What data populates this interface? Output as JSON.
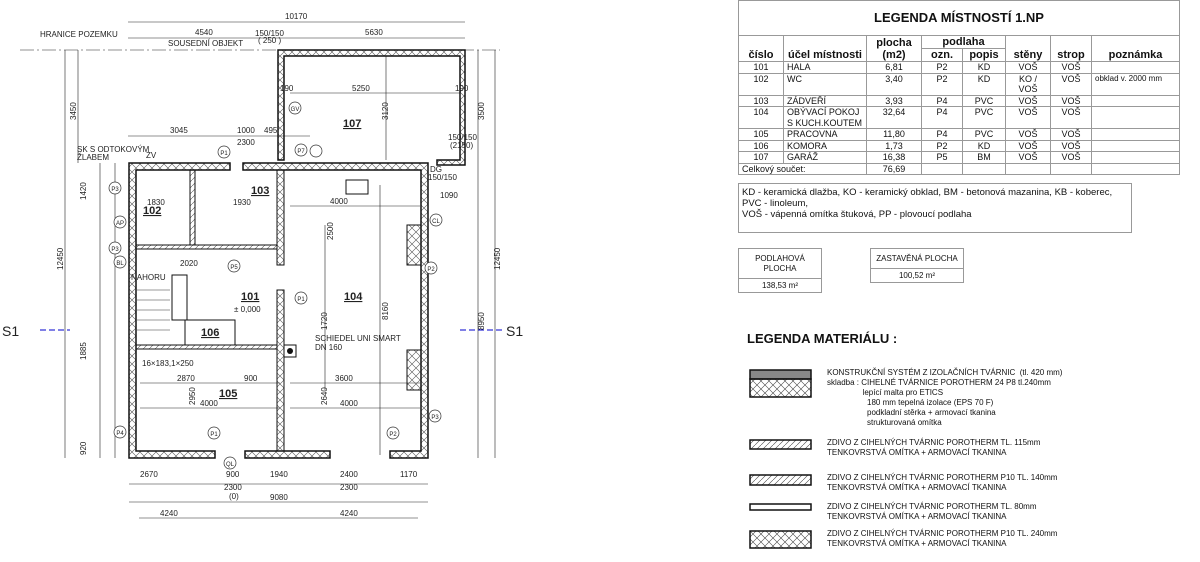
{
  "plan": {
    "boundary_label": "HRANICE POZEMKU",
    "neighbour_label": "SOUSEDNÍ OBJEKT",
    "rooms": {
      "r101": "101",
      "r102": "102",
      "r103": "103",
      "r104": "104",
      "r105": "105",
      "r106": "106",
      "r107": "107"
    },
    "section_left": "S1",
    "section_right": "S1",
    "notes": {
      "sk": "SK S ODTOKOVÝM",
      "sk2": "ŽLABEM",
      "zv": "ZV",
      "nahoru": "NAHORU",
      "level": "± 0,000",
      "chimney": "SCHIEDEL UNI SMART",
      "chimney2": "DN 160",
      "stairs": "16×183,1×250",
      "dg": "DG",
      "win": "150/150",
      "win2": "(2150)",
      "win3": "( 250 )"
    },
    "dims": {
      "d10170": "10170",
      "d4540": "4540",
      "d5630": "5630",
      "d3450": "3450",
      "d12450": "12450",
      "d3500": "3500",
      "d12450r": "12450",
      "d8950": "8950",
      "d3045": "3045",
      "d1000": "1000",
      "d495": "495",
      "d2300a": "2300",
      "d5250": "5250",
      "d190a": "190",
      "d190b": "190",
      "d3120": "3120",
      "d4000a": "4000",
      "d2500": "2500",
      "d8160": "8160",
      "d1720": "1720",
      "d2870": "2870",
      "d900a": "900",
      "d3600": "3600",
      "d4000b": "4000",
      "d4000c": "4000",
      "d2950": "2950",
      "d2640": "2640",
      "d2670": "2670",
      "d900b": "900",
      "d1940": "1940",
      "d2400": "2400",
      "d1170": "1170",
      "d2300b": "2300",
      "d0": "(0)",
      "d2300c": "2300",
      "d9080": "9080",
      "d4240a": "4240",
      "d4240b": "4240",
      "d1420": "1420",
      "d1885": "1885",
      "d920": "920",
      "d1090": "1090",
      "d2020": "2020",
      "d1830": "1830",
      "d1930": "1930"
    },
    "tags": {
      "p1": "P1",
      "p1b": "P1",
      "p1c": "P1",
      "p2": "P2",
      "p2b": "P2",
      "p3": "P3",
      "p3b": "P3",
      "p3c": "P3",
      "p4": "P4",
      "p5": "P5",
      "p7": "P7",
      "gv": "GV",
      "ap": "AP",
      "cl": "CL",
      "ql": "QL",
      "bl": "BL"
    }
  },
  "room_legend": {
    "title": "LEGENDA MÍSTNOSTÍ 1.NP",
    "headers": {
      "cislo": "číslo",
      "ucel": "účel místnosti",
      "plocha": "plocha (m2)",
      "podlaha": "podlaha",
      "ozn": "ozn.",
      "popis": "popis",
      "steny": "stěny",
      "strop": "strop",
      "poznamka": "poznámka"
    },
    "rows": [
      {
        "cislo": "101",
        "ucel": "HALA",
        "plocha": "6,81",
        "ozn": "P2",
        "popis": "KD",
        "steny": "VOŠ",
        "strop": "VOŠ",
        "poznamka": ""
      },
      {
        "cislo": "102",
        "ucel": "WC",
        "plocha": "3,40",
        "ozn": "P2",
        "popis": "KD",
        "steny": "KO / VOŠ",
        "strop": "VOŠ",
        "poznamka": "obklad v. 2000 mm"
      },
      {
        "cislo": "103",
        "ucel": "ZÁDVEŘÍ",
        "plocha": "3,93",
        "ozn": "P4",
        "popis": "PVC",
        "steny": "VOŠ",
        "strop": "VOŠ",
        "poznamka": ""
      },
      {
        "cislo": "104",
        "ucel": "OBÝVACÍ POKOJ S KUCH.KOUTEM",
        "plocha": "32,64",
        "ozn": "P4",
        "popis": "PVC",
        "steny": "VOŠ",
        "strop": "VOŠ",
        "poznamka": ""
      },
      {
        "cislo": "105",
        "ucel": "PRACOVNA",
        "plocha": "11,80",
        "ozn": "P4",
        "popis": "PVC",
        "steny": "VOŠ",
        "strop": "VOŠ",
        "poznamka": ""
      },
      {
        "cislo": "106",
        "ucel": "KOMORA",
        "plocha": "1,73",
        "ozn": "P2",
        "popis": "KD",
        "steny": "VOŠ",
        "strop": "VOŠ",
        "poznamka": ""
      },
      {
        "cislo": "107",
        "ucel": "GARÁŽ",
        "plocha": "16,38",
        "ozn": "P5",
        "popis": "BM",
        "steny": "VOŠ",
        "strop": "VOŠ",
        "poznamka": ""
      }
    ],
    "total_label": "Celkový součet:",
    "total": "76,69"
  },
  "abbreviations": [
    "KD - keramická dlažba, KO - keramický obklad, BM - betonová mazanina, KB - koberec,",
    "PVC - linoleum,",
    "VOŠ - vápenná omítka štuková, PP - plovoucí podlaha"
  ],
  "areas": {
    "floor_label": "PODLAHOVÁ PLOCHA",
    "floor": "138,53 m²",
    "built_label": "ZASTAVĚNÁ PLOCHA",
    "built": "100,52 m²"
  },
  "materials": {
    "title": "LEGENDA MATERIÁLU :",
    "items": [
      {
        "lines": [
          "KONSTRUKČNÍ SYSTÉM Z IZOLAČNÍCH TVÁRNIC  (tl. 420 mm)",
          "skladba : CIHELNÉ TVÁRNICE POROTHERM 24 P8 tl.240mm",
          "                lepící malta pro ETICS",
          "                  180 mm tepelná izolace (EPS 70 F)",
          "                  podkladní stěrka + armovací tkanina",
          "                  strukturovaná omítka"
        ]
      },
      {
        "lines": [
          "ZDIVO Z CIHELNÝCH TVÁRNIC POROTHERM TL. 115mm",
          "TENKOVRSTVÁ OMÍTKA + ARMOVACÍ TKANINA"
        ]
      },
      {
        "lines": [
          "ZDIVO Z CIHELNÝCH TVÁRNIC POROTHERM P10 TL. 140mm",
          "TENKOVRSTVÁ OMÍTKA + ARMOVACÍ TKANINA"
        ]
      },
      {
        "lines": [
          "ZDIVO Z CIHELNÝCH TVÁRNIC POROTHERM TL. 80mm",
          "TENKOVRSTVÁ OMÍTKA + ARMOVACÍ TKANINA"
        ]
      },
      {
        "lines": [
          "ZDIVO Z CIHELNÝCH TVÁRNIC POROTHERM P10 TL. 240mm",
          "TENKOVRSTVÁ OMÍTKA + ARMOVACÍ TKANINA"
        ]
      }
    ]
  }
}
